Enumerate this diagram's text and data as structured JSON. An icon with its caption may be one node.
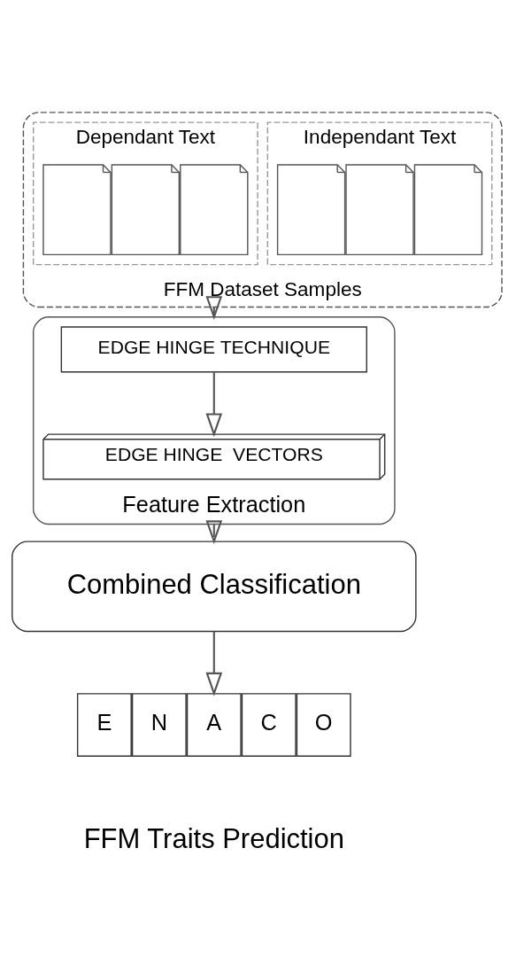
{
  "diagram": {
    "nodes": [
      {
        "text": [
          "FFM Dataset Samples"
        ]
      },
      {
        "text": [
          "Independant Text"
        ],
        "in": 0
      },
      {
        "text": [],
        "shape": "picture",
        "in": 1
      },
      {
        "text": [],
        "shape": "picture",
        "in": 1
      },
      {
        "text": [],
        "shape": "picture",
        "in": 1
      },
      {
        "text": [
          "Dependant Text"
        ],
        "in": 0
      },
      {
        "text": [],
        "shape": "picture",
        "in": 5
      },
      {
        "text": [],
        "shape": "picture",
        "in": 5
      },
      {
        "text": [],
        "shape": "picture",
        "in": 5
      },
      {
        "text": [
          "Feature Extraction"
        ]
      },
      {
        "text": [
          "EDGE HINGE TECHNIQUE"
        ],
        "in": 9
      },
      {
        "text": [
          "EDGE HINGE  VECTORS"
        ],
        "in": 9
      },
      {
        "text": [
          "Combined Classification"
        ]
      },
      {
        "text": [
          "E"
        ]
      },
      {
        "text": [
          "N"
        ]
      },
      {
        "text": [
          "A"
        ]
      },
      {
        "text": [
          "C"
        ]
      },
      {
        "text": [
          "O"
        ]
      }
    ],
    "edges": [
      {
        "from": 0,
        "to": 9,
        "arrow": "to"
      },
      {
        "from": 10,
        "to": 11,
        "arrow": "to"
      },
      {
        "from": 9,
        "to": 12,
        "arrow": "to"
      },
      {
        "from": 12,
        "to": 15,
        "arrow": "to"
      }
    ],
    "labels": [
      "FFM Traits Prediction"
    ]
  }
}
